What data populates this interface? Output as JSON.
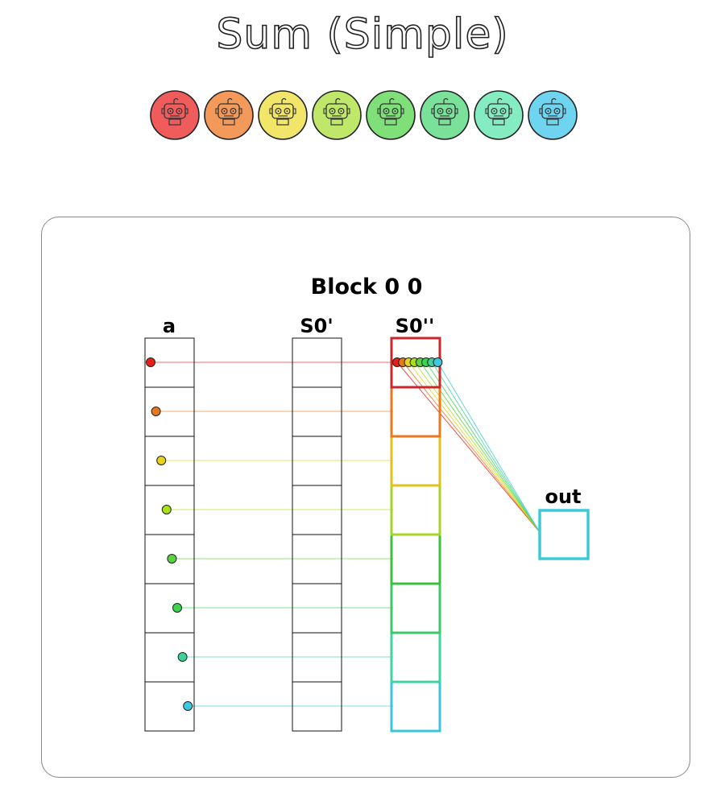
{
  "title": "Sum (Simple)",
  "threads": {
    "colors": [
      "#f05c5c",
      "#f39a5a",
      "#f2e66a",
      "#bfe76a",
      "#7fe07a",
      "#7ae19a",
      "#84ecc0",
      "#6fd4ef"
    ]
  },
  "block": {
    "title": "Block 0 0",
    "arrays": {
      "a": "a",
      "s0p": "S0'",
      "s0pp": "S0''",
      "out": "out"
    },
    "rows": 8,
    "dot_colors": [
      "#e8201c",
      "#e8781c",
      "#e8d21c",
      "#a8e01c",
      "#5ad43c",
      "#3cd44a",
      "#3cd496",
      "#3cc8e0"
    ],
    "cell_colors": [
      "#c8282a",
      "#e87a1c",
      "#e0c21c",
      "#a4d42a",
      "#3cc03c",
      "#3cc86a",
      "#3cd4a0",
      "#3cc4dc"
    ],
    "out_color": "#3ccad6"
  }
}
